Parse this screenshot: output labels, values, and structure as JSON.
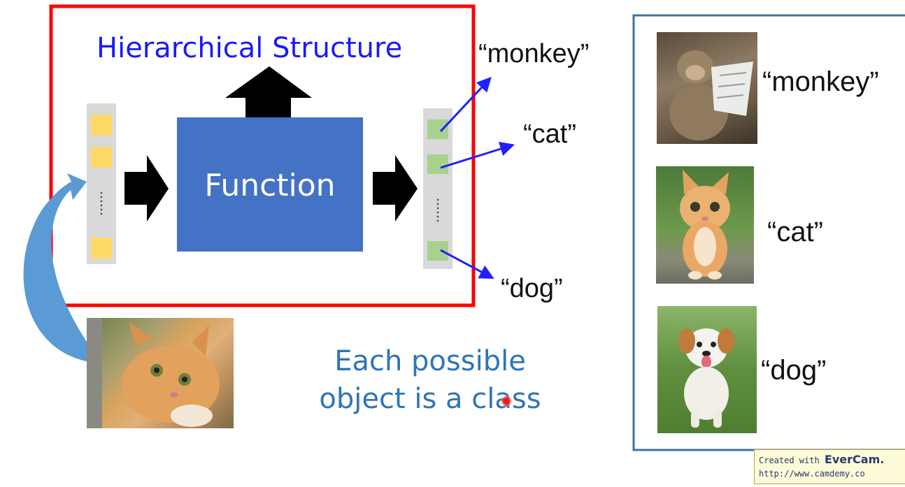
{
  "diagram": {
    "title": "Hierarchical Structure",
    "function_label": "Function",
    "caption_line1": "Each possible",
    "caption_line2": "object is a class",
    "output_labels": [
      "“monkey”",
      "“cat”",
      "“dog”"
    ],
    "colors": {
      "frame_red": "#ff0000",
      "function_box": "#4472c4",
      "title_blue": "#1a1aff",
      "caption_blue": "#2e75b6",
      "pointer_blue": "#1f1fff",
      "input_cell": "#ffd966",
      "output_cell": "#a9d18e",
      "vector_bg": "#d9d9d9"
    }
  },
  "examples": {
    "items": [
      {
        "label": "“monkey”",
        "image": "monkey-reading-newspaper-photo"
      },
      {
        "label": "“cat”",
        "image": "orange-kitten-photo"
      },
      {
        "label": "“dog”",
        "image": "puppy-running-on-grass-photo"
      }
    ]
  },
  "input_image": "orange-cat-lying-photo",
  "watermark": {
    "line1_prefix": "Created with",
    "line1_brand": "EverCam.",
    "line2": "http://www.camdemy.co"
  }
}
